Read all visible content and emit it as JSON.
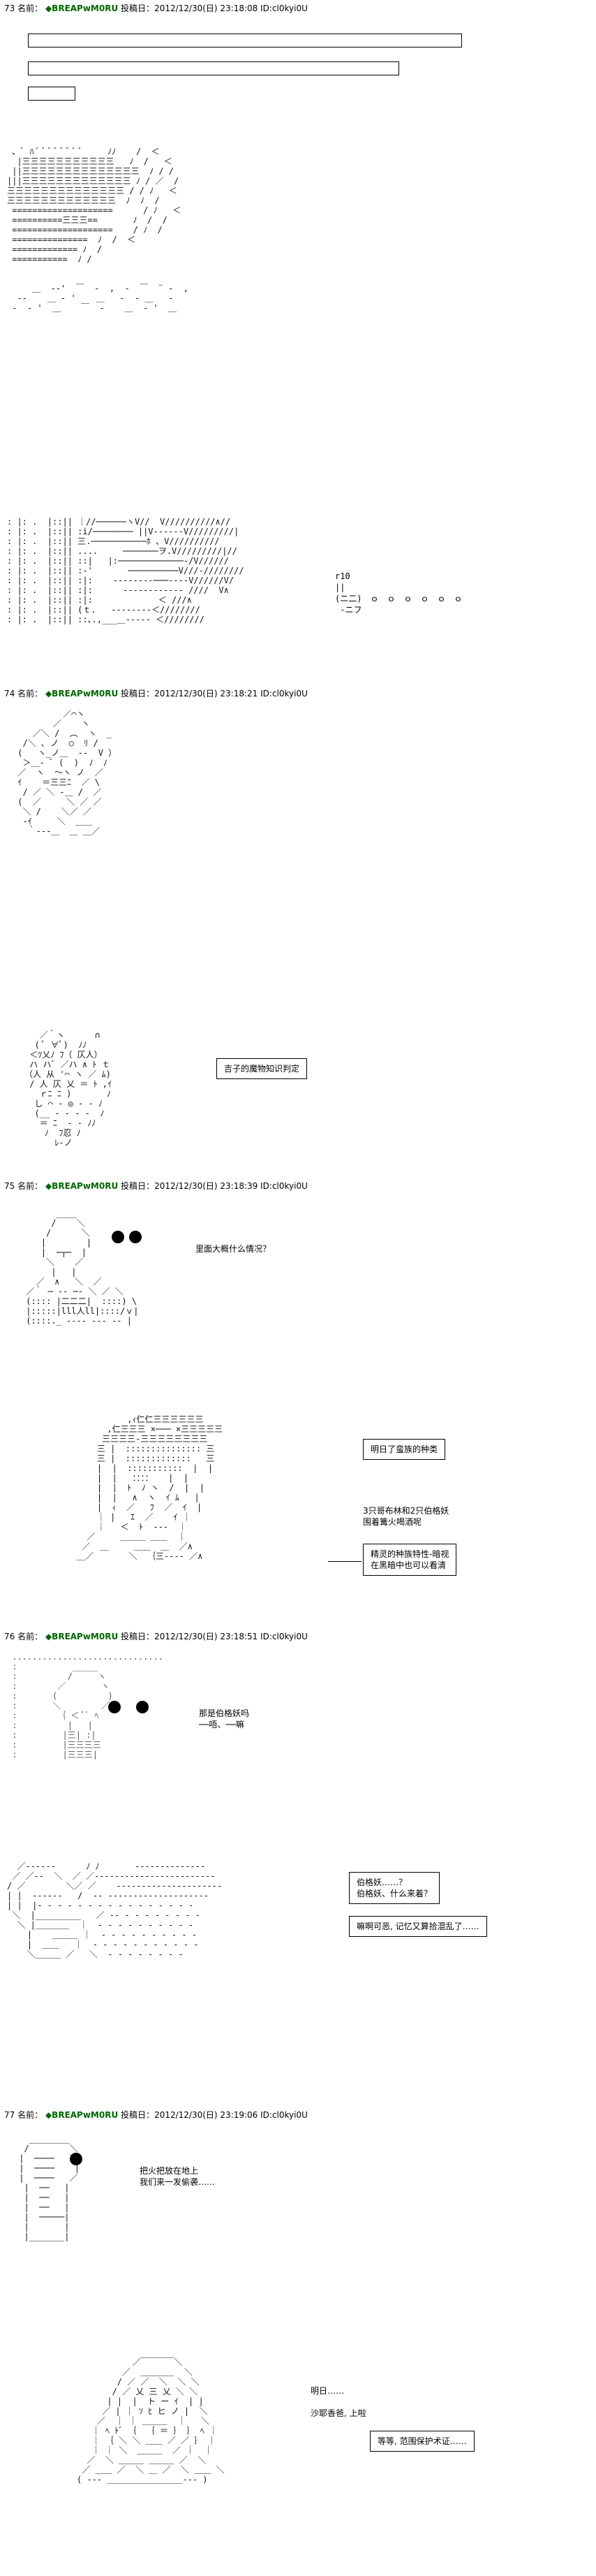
{
  "posts": [
    {
      "number": "73",
      "label": "名前：",
      "name": "◆BREAPwM0RU",
      "date_label": "投稿日：",
      "date": "2012/12/30(日) 23:18:08",
      "id": "ID:cl0kyi0U"
    },
    {
      "number": "74",
      "label": "名前：",
      "name": "◆BREAPwM0RU",
      "date_label": "投稿日：",
      "date": "2012/12/30(日) 23:18:21",
      "id": "ID:cl0kyi0U"
    },
    {
      "number": "75",
      "label": "名前：",
      "name": "◆BREAPwM0RU",
      "date_label": "投稿日：",
      "date": "2012/12/30(日) 23:18:39",
      "id": "ID:cl0kyi0U"
    },
    {
      "number": "76",
      "label": "名前：",
      "name": "◆BREAPwM0RU",
      "date_label": "投稿日：",
      "date": "2012/12/30(日) 23:18:51",
      "id": "ID:cl0kyi0U"
    },
    {
      "number": "77",
      "label": "名前：",
      "name": "◆BREAPwM0RU",
      "date_label": "投稿日：",
      "date": "2012/12/30(日) 23:19:06",
      "id": "ID:cl0kyi0U"
    }
  ],
  "dialogue": {
    "p73_sound": "r10\n||\n(ニ二)　ｏ　ｏ　ｏ　ｏ　ｏ　ｏ\n ‐ニフ",
    "p74_box": "吉子的魔物知识判定",
    "p75_speech": "里面大概什么情况？",
    "p75_box1": "明日了蛮族的种类",
    "p75_text": "3只哥布林和2只伯格妖\n围着篝火喝酒呢",
    "p75_box2": "精灵的种族特性-暗视\n在黑暗中也可以看清",
    "p76_speech": "那是伯格妖吗\n──唔、──嘛",
    "p76_box1": "伯格妖……？\n伯格妖、什么来着？",
    "p76_box2": "嘛啊可恶, 记忆又算拾混乱了……",
    "p77_speech": "把火把放在地上\n我们来一发偷袭……",
    "p77_text": "明日……\n\n沙耶香爸, 上啦",
    "p77_box": "等等, 范围保护术证……"
  },
  "art": {
    "a1": " 、ﾞ ﾊ ﾞ ﾞ ﾞ ﾞ ﾞ ﾞ ﾞ ﾞ     ﾉﾉ    /  ＜\n  |三三三三三三三三三三三   ﾉ  /   ＜\n ||三三三三三三三三三三三三三三  ﾉ / /\n|||三三三三三三三三三三三三三 ﾉ / ／  /\n三三三三三三三三三三三三三三 / / ﾉ   ＜\n三三三三三三三三三三三三三  ﾉ  ﾉ  /\n ====================      / ﾉ   ＜\n ==========三三三==       ﾉ  /  /\n ====================    / ﾉ  /\n ===============  ﾉ  /  ＜\n ============= ﾉ  /\n ===========  ﾉ /\n\n\n     ＿  -‐'  ￣  ‐  ,  ‐  ￣  ¨ ‐  ,\n  -‐    ＿ ‐ '    ＿   ‐  ‐ ＿   ‐\n ‐  ‐ '  ＿    ￣  ‐    ＿  ‐ '  ＿",
    "a2": ": |: .  |::|| ｜//──────ヽV//  V//////////∧//\n: |: .  |::|| :i/──────── ||V‐‐‐‐‐‐V/////////|\n: |: .  |::|| 三.───────────ﾎ 、V//////////\n: |: .  |::|| ....     ───────ヲ.V/////////|//\n: |: .  |::|| ::|   |:─────────────‐/V////// \n: |: .  |::|| :‐'       ──────────V///‐////////\n: |: .  |::|| :|:    ‐‐‐‐‐‐‐‐───‐‐‐‐V//////V/\n: |: .  |::|| :|:      ‐‐‐‐‐‐‐‐‐‐‐‐ ////  V∧\n: |: .  |::|| :|:             ＜ ///∧\n: |: .  |::|| (ｔ.   ‐‐‐‐‐‐‐‐＜////////\n: |: .  |::|| ::､.,___＿‐‐‐‐‐ ＜////////",
    "a3": "          ／⌒ヽ\n        ／    ヽ\n    ／＼ /  ︵  ヽ  _\n  /＼ ､ ノ  ○  ﾘ /\n (   ヽ_ノ＿  ‐‐  V ）\n  ＞＿‐ ﾞ (  )  ﾉ  ﾉ\n ／  ヽ  ～ヽ ノ  ／\n ｲ    ＝三三ﾆ  ／ \\\n  / ／ ＼ ‐＿ /  ／\n (  ／     ＼ ／ ／\n  ＼ /    ＼／ ／\n  ‐ｲ     ＼  ＿＿\n   ｀‐‐‐＿  ＿ ＿／",
    "a4": "   ／｀ヽ      ∩\n  ( ﾟ ∀ﾟ)  ﾉﾉ\n ＜ﾂ乂ﾉ ﾌ（ 仄人）\n ハ ハﾞ ／ハ ∧ ﾄ ｔ\n（人 从 '⌒ ヽ ／ ﾑ)\n / 人 仄 乂 ＝ ﾄ ,ｲ\n   ｒﾆ ﾆ )       ﾉ\n  し ⌒ ‐ ◎ ‐ ‐ ﾉ\n  (__ ‐ ‐ ‐ ‐  ﾉ\n   ＝ ﾆ  ‐ ‐ ﾉﾉ\n    ﾉ  ﾌ忍 ﾉ\n      ﾚ‐ノ",
    "a5": "       ____\n      /    ＼\n     /      ＼\n    |        |\n    |  ─┬─  |\n     ＼    ／\n      |   |\n   ／  ∧   ＼  ／\n ／｀ ─ ‐‐ ─‐ ＼ ／ ＼\n (:::: |二二二|  ::::) \\\n |:::::|lll人ll|::::/ｖ|\n (::::._ ‐‐‐‐ ‐‐‐ ‐‐ |",
    "a6": "          ,ｨ仁仁三三三三三三\n      ,仁三三三 ×─── ×三三三三三\n     三三三三‐三三三三三三三三\n    三 |  ::::::::::::::: 三\n    三 |  :::::::::::::   三\n    |  |  :::::::::::  |  |\n    |  |   ：：：：   |  |\n    |  |  ﾄ  ﾉ ヽ  /  |  |\n    |  |   ∧  ヽ  ｲ ﾑ   |\n    |  ｨ  ／   ﾌ  ／  ｲ  |\n    ｜ |   ｴ  ／    ｲ ｜\n    ｜   ＜  ﾄ  ‐‐‐  ｜\n  ／     ＿＿＿ ＿＿  ｜\n ／  ＿     ＿＿  ＿  ／∧\n＿／       ＼  ｛三‐‐‐‐ ／∧",
    "a7": " ..............................\n :           _____\n :          /     ヽ\n :        ／       ヽ\n :       (          )\n :       ＼        ／\n :        ｛ ＜ ﾞﾞ ﾍ\n :          |   |\n :         |三| :|\n :         |三三三三\n :         |三三三|",
    "a8": "  ／‐‐‐‐‐‐      ﾉ ﾉ       ‐‐‐‐‐‐‐‐‐‐‐‐‐‐\n ／ ／‐‐  ＼  ／ ／‐‐‐‐‐‐‐‐‐‐‐‐‐‐‐‐‐‐‐‐‐‐‐‐\n/ ／        ＼／ ／    ‐‐‐‐‐‐‐‐‐‐‐‐‐‐‐‐‐‐‐‐‐\n| |  ‐‐‐‐‐‐   /  ‐‐ ‐‐‐‐‐‐‐‐‐‐‐‐‐‐‐‐‐‐‐‐\n| |  |‐ ‐ ‐ ‐ ‐ ‐ ‐ ‐ ‐ ‐ ‐ ‐ ‐ ‐ ‐ ‐\n ＼  |_________   ／ ‐‐ ‐ ‐ ‐ ‐ ‐ ‐ ‐ ‐\n  ＼ |＿＿＿＿  ｜  ‐ ‐ ‐ ‐ ‐ ‐ ‐ ‐ ‐ ‐\n    |    ＿＿＿ ｜  ‐ ‐ ‐ ‐ ‐ ‐ ‐ ‐ ‐ ‐\n    |  ＿＿   ｜  ‐ ‐ ‐ ‐ ‐ ‐ ‐ ‐ ‐ ‐ ‐\n    ＼＿＿＿ ／   ＼  ‐ ‐ ‐ ‐ ‐ ‐ ‐ ‐",
    "a9": "   ________\n  /        ＼\n |  ────   ＼\n |  ────    |\n |  ────   ／\n  |  ──   |\n  |  ──   |\n  |  ──   |\n  |  ─────|\n  |       |\n  |_______|",
    "a10": "           ／￣￣￣￣＼\n         ／  ＿＿＿＿  ＼\n        / ／ ／  ＼  ＼ ＼\n       / ／ 乂 三 乂 ＼ ＼\n      | |  |  ト ー ｲ  | |\n     ／ | ｜ ｿ ﾋ ヒ ノ |  ＼\n    ／  ｜ ｜ ＿＿＿  ｜   ＼\n   ｜ ﾍ ﾄﾞ ｛  ｛ ＝ ｝ ｝ ﾍ ｜\n   ｜ ｛ ＼ ＼ ＿＿ ／ ／ ｝ ｜\n   ｜ ｜ ＼  ＿＿＿  ／ ｜  ｜\n  ／  ＼ ＿＿＿ ＿＿＿ ／  ＼\n ／ ＿＿ ／  ＼ ＿ ／  ＼ ＿＿ ＼\n( ‐‐‐ ＿＿＿＿＿＿＿＿＿‐‐‐ )"
  }
}
